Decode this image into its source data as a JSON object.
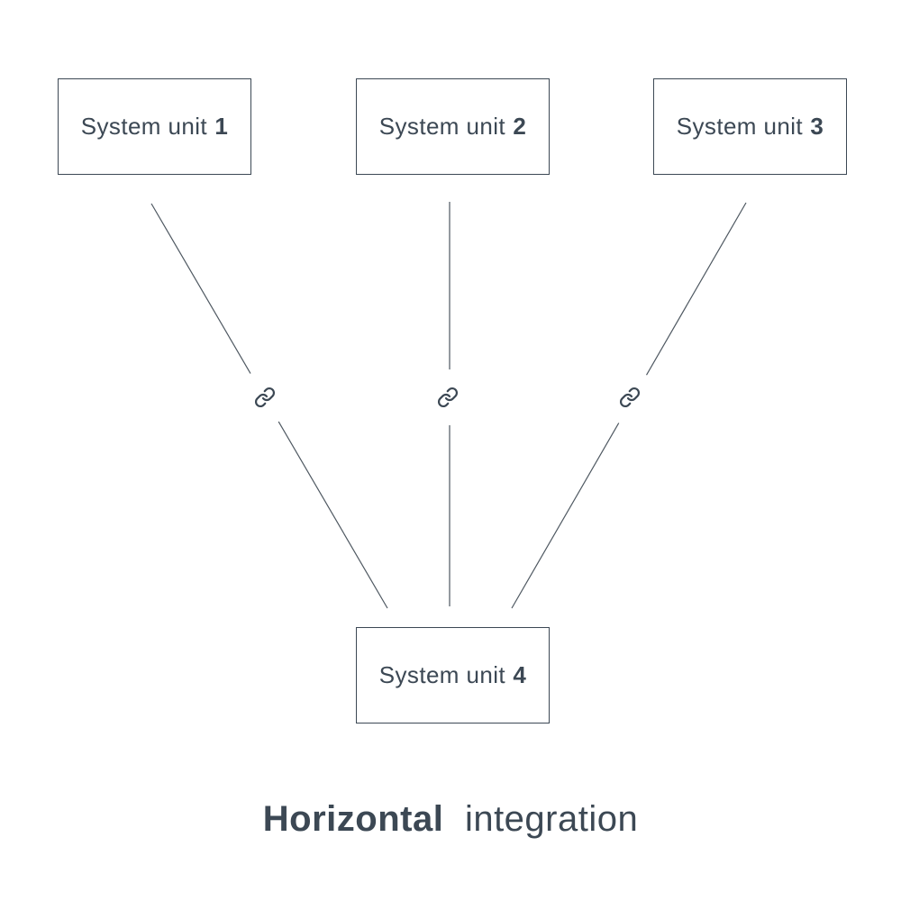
{
  "title": {
    "bold_part": "Horizontal",
    "light_part": "integration"
  },
  "colors": {
    "ink": "#3c4854",
    "line": "#4e5861",
    "background": "#ffffff"
  },
  "nodes": [
    {
      "label": "System unit",
      "number": "1"
    },
    {
      "label": "System unit",
      "number": "2"
    },
    {
      "label": "System unit",
      "number": "3"
    },
    {
      "label": "System unit",
      "number": "4"
    }
  ],
  "connections": [
    {
      "from": "System unit 1",
      "to": "System unit 4",
      "icon": "chain-link-icon"
    },
    {
      "from": "System unit 2",
      "to": "System unit 4",
      "icon": "chain-link-icon"
    },
    {
      "from": "System unit 3",
      "to": "System unit 4",
      "icon": "chain-link-icon"
    }
  ]
}
